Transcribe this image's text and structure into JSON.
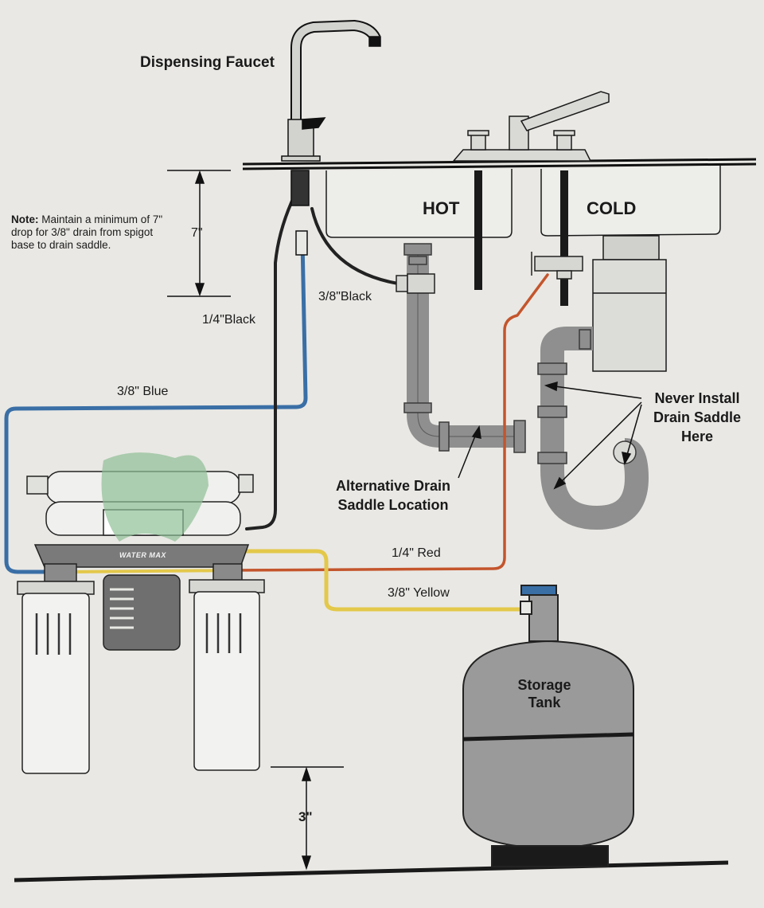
{
  "labels": {
    "dispensing_faucet": "Dispensing Faucet",
    "hot": "HOT",
    "cold": "COLD",
    "note_bold": "Note:",
    "note_text": "Maintain a minimum of 7\" drop for 3/8\" drain from spigot base to drain saddle.",
    "dim_7": "7\"",
    "dim_3": "3\"",
    "black_14": "1/4\"Black",
    "black_38": "3/8\"Black",
    "blue_38": "3/8\" Blue",
    "red_14": "1/4\" Red",
    "yellow_38": "3/8\" Yellow",
    "alt_drain_1": "Alternative Drain",
    "alt_drain_2": "Saddle Location",
    "never_1": "Never Install",
    "never_2": "Drain Saddle",
    "never_3": "Here",
    "tank_1": "Storage",
    "tank_2": "Tank",
    "brand": "WATER MAX"
  },
  "colors": {
    "blue_tube": "#3a6fa6",
    "red_tube": "#c4552c",
    "yellow_tube": "#e3c84a",
    "black_tube": "#222222",
    "pipe_gray": "#8f8f8f",
    "tank_gray": "#9a9a9a"
  }
}
